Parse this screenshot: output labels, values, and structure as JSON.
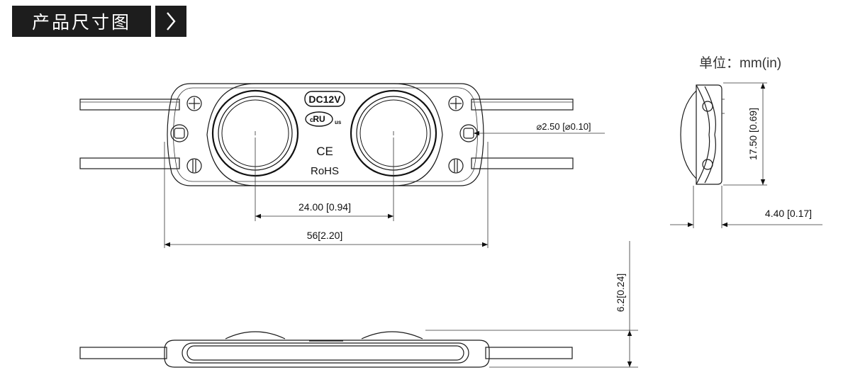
{
  "header": {
    "title": "产品尺寸图",
    "arrow_icon": "chevron-right-icon"
  },
  "unit_label": "单位：mm(in)",
  "marks": {
    "voltage": "DC12V",
    "ul_c": "c",
    "ul_us": "us",
    "ce": "CE",
    "rohs": "RoHS"
  },
  "dimensions": {
    "hole_diameter": "⌀2.50 [⌀0.10]",
    "lens_pitch": "24.00 [0.94]",
    "overall_length": "56[2.20]",
    "height": "17.50 [0.69]",
    "depth": "4.40 [0.17]",
    "thickness": "6.2[0.24]"
  }
}
